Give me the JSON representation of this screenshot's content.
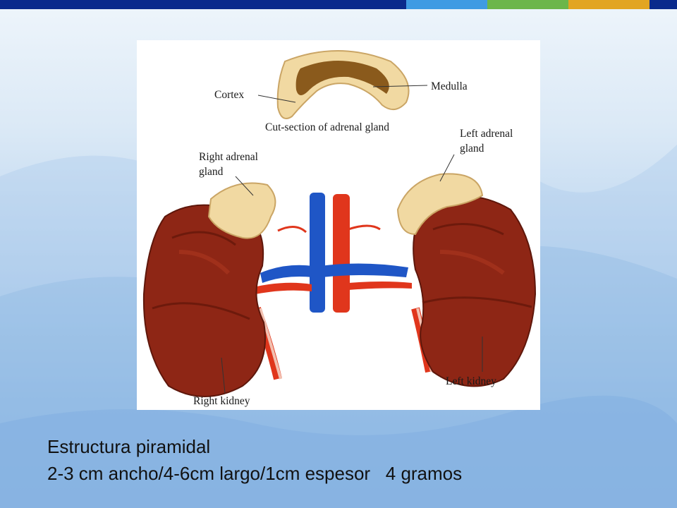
{
  "colors": {
    "bar_navy": "#0a2a8c",
    "bar_blue": "#3f9be3",
    "bar_green": "#6cb64a",
    "bar_gold": "#e2a521",
    "kidney": "#8e2615",
    "adrenal": "#f1d9a2",
    "vein": "#1f56c6",
    "artery": "#e0361c"
  },
  "diagram": {
    "labels": {
      "cortex": "Cortex",
      "medulla": "Medulla",
      "cut_section": "Cut-section of adrenal gland",
      "right_adrenal_line1": "Right adrenal",
      "right_adrenal_line2": "gland",
      "left_adrenal_line1": "Left adrenal",
      "left_adrenal_line2": "gland",
      "right_kidney": "Right kidney",
      "left_kidney": "Left kidney"
    }
  },
  "caption": {
    "line1": "Estructura piramidal",
    "line2": "2-3 cm ancho/4-6cm largo/1cm espesor   4 gramos"
  }
}
